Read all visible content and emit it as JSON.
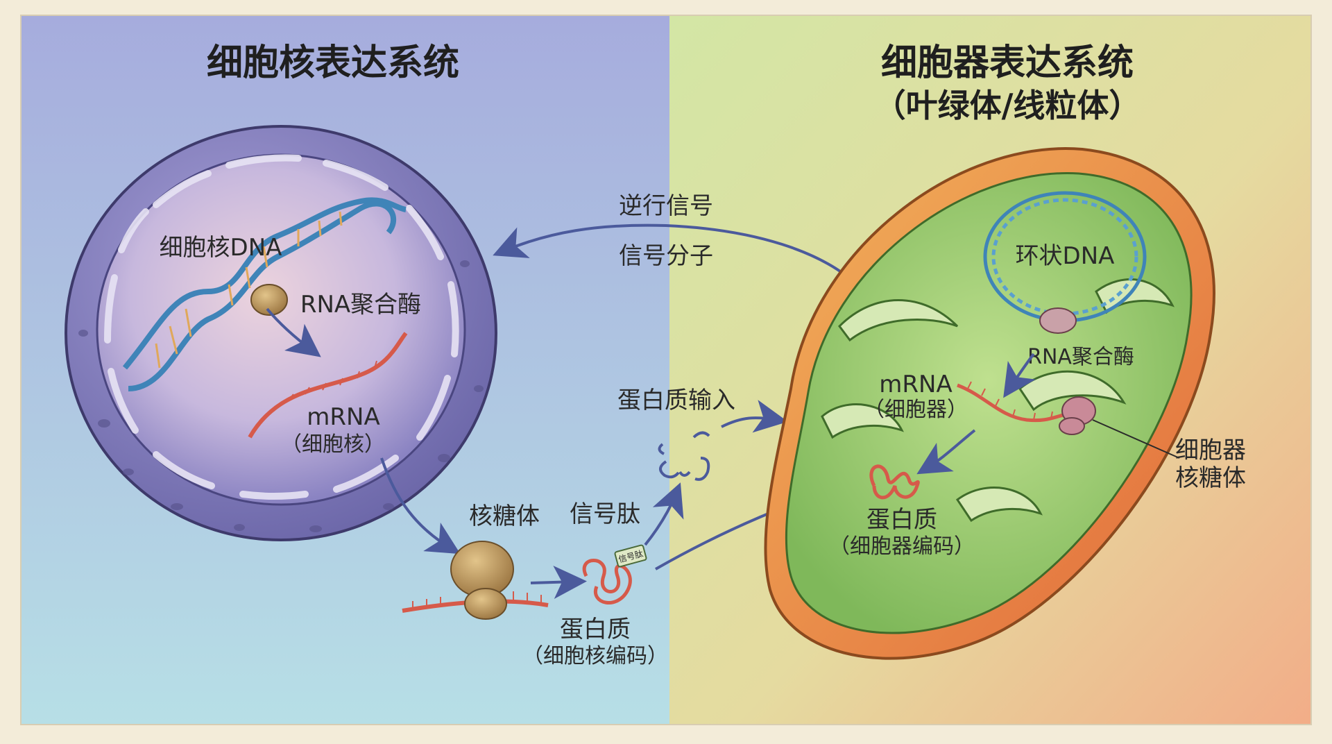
{
  "panels": {
    "left_title": "细胞核表达系统",
    "right_title": "细胞器表达系统",
    "right_subtitle": "（叶绿体/线粒体）"
  },
  "nucleus": {
    "dna_label": "细胞核DNA",
    "polymerase_label": "RNA聚合酶",
    "mrna_label": "mRNA",
    "mrna_sub": "（细胞核）"
  },
  "cytoplasm": {
    "ribosome_label": "核糖体",
    "signal_peptide_label": "信号肽",
    "signal_tag": "信号肽",
    "protein_label": "蛋白质",
    "protein_sub": "（细胞核编码）",
    "import_label": "蛋白质输入",
    "retro_label": "逆行信号",
    "signal_molecule_label": "信号分子"
  },
  "organelle": {
    "circular_dna_label": "环状DNA",
    "polymerase_label": "RNA聚合酶",
    "mrna_label": "mRNA",
    "mrna_sub": "（细胞器）",
    "ribosome_label_line1": "细胞器",
    "ribosome_label_line2": "核糖体",
    "protein_label": "蛋白质",
    "protein_sub": "（细胞器编码）"
  },
  "colors": {
    "left_bg_top": "#a9b1df",
    "left_bg_bottom": "#b6dbe6",
    "right_bg_top": "#d4e6a6",
    "right_bg_bottom": "#f2b58e",
    "arrow": "#4b5a9c",
    "mrna": "#d65a4a",
    "dna_strand": "#3f84b8",
    "ribosome": "#b89054",
    "outer_membrane": "#e48a3d",
    "matrix_green": "#79b24f"
  }
}
